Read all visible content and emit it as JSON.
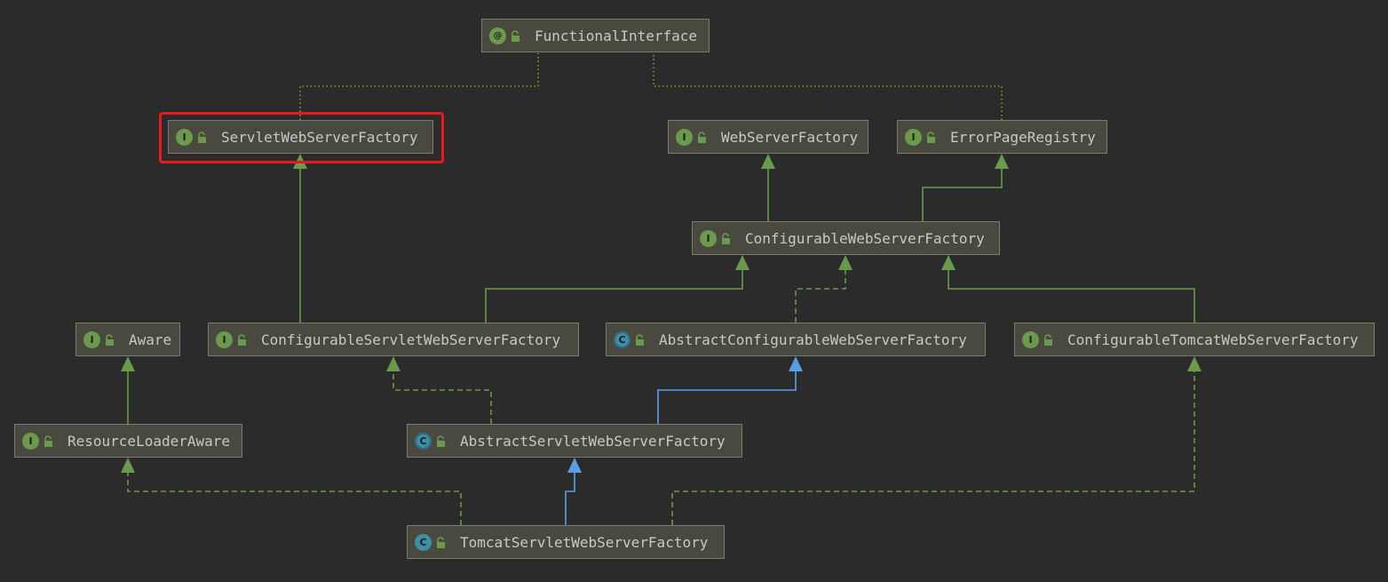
{
  "diagram": {
    "nodes": {
      "functional_interface": {
        "label": "FunctionalInterface",
        "kind": "annotation",
        "kind_letter": "@"
      },
      "servlet_web_server_factory": {
        "label": "ServletWebServerFactory",
        "kind": "interface",
        "kind_letter": "I"
      },
      "web_server_factory": {
        "label": "WebServerFactory",
        "kind": "interface",
        "kind_letter": "I"
      },
      "error_page_registry": {
        "label": "ErrorPageRegistry",
        "kind": "interface",
        "kind_letter": "I"
      },
      "configurable_web_server_factory": {
        "label": "ConfigurableWebServerFactory",
        "kind": "interface",
        "kind_letter": "I"
      },
      "aware": {
        "label": "Aware",
        "kind": "interface",
        "kind_letter": "I"
      },
      "configurable_servlet_web_server_factory": {
        "label": "ConfigurableServletWebServerFactory",
        "kind": "interface",
        "kind_letter": "I"
      },
      "abstract_configurable_web_server_factory": {
        "label": "AbstractConfigurableWebServerFactory",
        "kind": "abstract",
        "kind_letter": "C"
      },
      "configurable_tomcat_web_server_factory": {
        "label": "ConfigurableTomcatWebServerFactory",
        "kind": "interface",
        "kind_letter": "I"
      },
      "resource_loader_aware": {
        "label": "ResourceLoaderAware",
        "kind": "interface",
        "kind_letter": "I"
      },
      "abstract_servlet_web_server_factory": {
        "label": "AbstractServletWebServerFactory",
        "kind": "abstract",
        "kind_letter": "C"
      },
      "tomcat_servlet_web_server_factory": {
        "label": "TomcatServletWebServerFactory",
        "kind": "class",
        "kind_letter": "C"
      }
    },
    "edges": [
      {
        "from": "servlet_web_server_factory",
        "to": "functional_interface",
        "type": "annotation"
      },
      {
        "from": "error_page_registry",
        "to": "functional_interface",
        "type": "annotation"
      },
      {
        "from": "configurable_servlet_web_server_factory",
        "to": "servlet_web_server_factory",
        "type": "extends"
      },
      {
        "from": "configurable_web_server_factory",
        "to": "web_server_factory",
        "type": "extends"
      },
      {
        "from": "configurable_web_server_factory",
        "to": "error_page_registry",
        "type": "extends"
      },
      {
        "from": "configurable_servlet_web_server_factory",
        "to": "configurable_web_server_factory",
        "type": "extends"
      },
      {
        "from": "abstract_configurable_web_server_factory",
        "to": "configurable_web_server_factory",
        "type": "implements"
      },
      {
        "from": "configurable_tomcat_web_server_factory",
        "to": "configurable_web_server_factory",
        "type": "extends"
      },
      {
        "from": "resource_loader_aware",
        "to": "aware",
        "type": "extends"
      },
      {
        "from": "abstract_servlet_web_server_factory",
        "to": "configurable_servlet_web_server_factory",
        "type": "implements"
      },
      {
        "from": "abstract_servlet_web_server_factory",
        "to": "abstract_configurable_web_server_factory",
        "type": "class-extends"
      },
      {
        "from": "tomcat_servlet_web_server_factory",
        "to": "abstract_servlet_web_server_factory",
        "type": "class-extends"
      },
      {
        "from": "tomcat_servlet_web_server_factory",
        "to": "resource_loader_aware",
        "type": "implements"
      },
      {
        "from": "tomcat_servlet_web_server_factory",
        "to": "configurable_tomcat_web_server_factory",
        "type": "implements"
      }
    ],
    "highlighted_node": "servlet_web_server_factory",
    "colors": {
      "background": "#2b2b2b",
      "node_fill": "#4a4940",
      "node_border": "#7a7a70",
      "interface_badge": "#6a9a4b",
      "class_badge": "#3d8fa8",
      "interface_edge": "#6a9a4b",
      "class_edge": "#5a9ee6",
      "annotation_edge": "#8a9a3a",
      "highlight": "#e8191e"
    },
    "icons": {
      "visibility": "unlocked-padlock-icon"
    }
  }
}
